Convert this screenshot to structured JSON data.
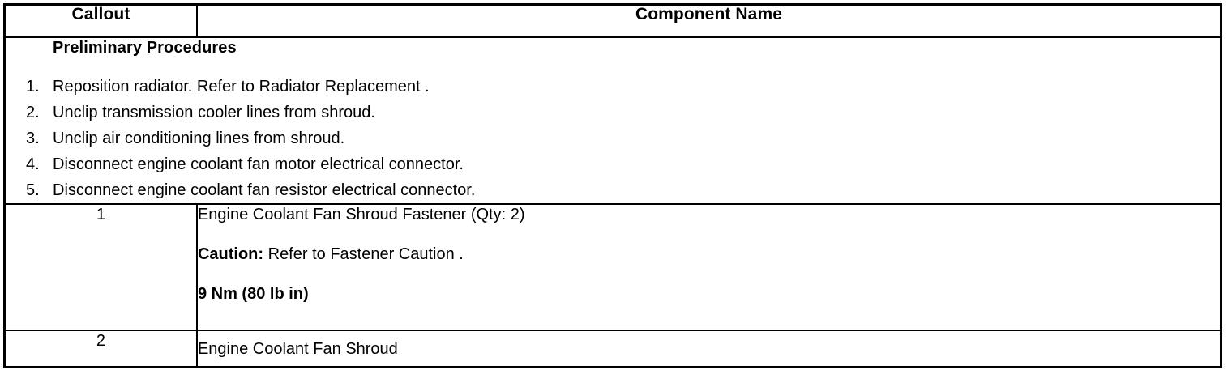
{
  "table": {
    "headers": {
      "callout": "Callout",
      "component_name": "Component Name"
    },
    "preliminary": {
      "title": "Preliminary Procedures",
      "steps": [
        {
          "number": "1.",
          "text": "Reposition radiator. Refer to Radiator Replacement ."
        },
        {
          "number": "2.",
          "text": "Unclip transmission cooler lines from shroud."
        },
        {
          "number": "3.",
          "text": "Unclip air conditioning lines from shroud."
        },
        {
          "number": "4.",
          "text": "Disconnect engine coolant fan motor electrical connector."
        },
        {
          "number": "5.",
          "text": "Disconnect engine coolant fan resistor electrical connector."
        }
      ]
    },
    "rows": [
      {
        "callout": "1",
        "name": "Engine Coolant Fan Shroud Fastener (Qty: 2)",
        "caution_label": "Caution:",
        "caution_text": " Refer to Fastener Caution .",
        "torque": "9 Nm (80 lb in)"
      },
      {
        "callout": "2",
        "name": "Engine Coolant Fan Shroud"
      }
    ]
  },
  "colors": {
    "border": "#000000",
    "text": "#000000",
    "background": "#ffffff"
  }
}
